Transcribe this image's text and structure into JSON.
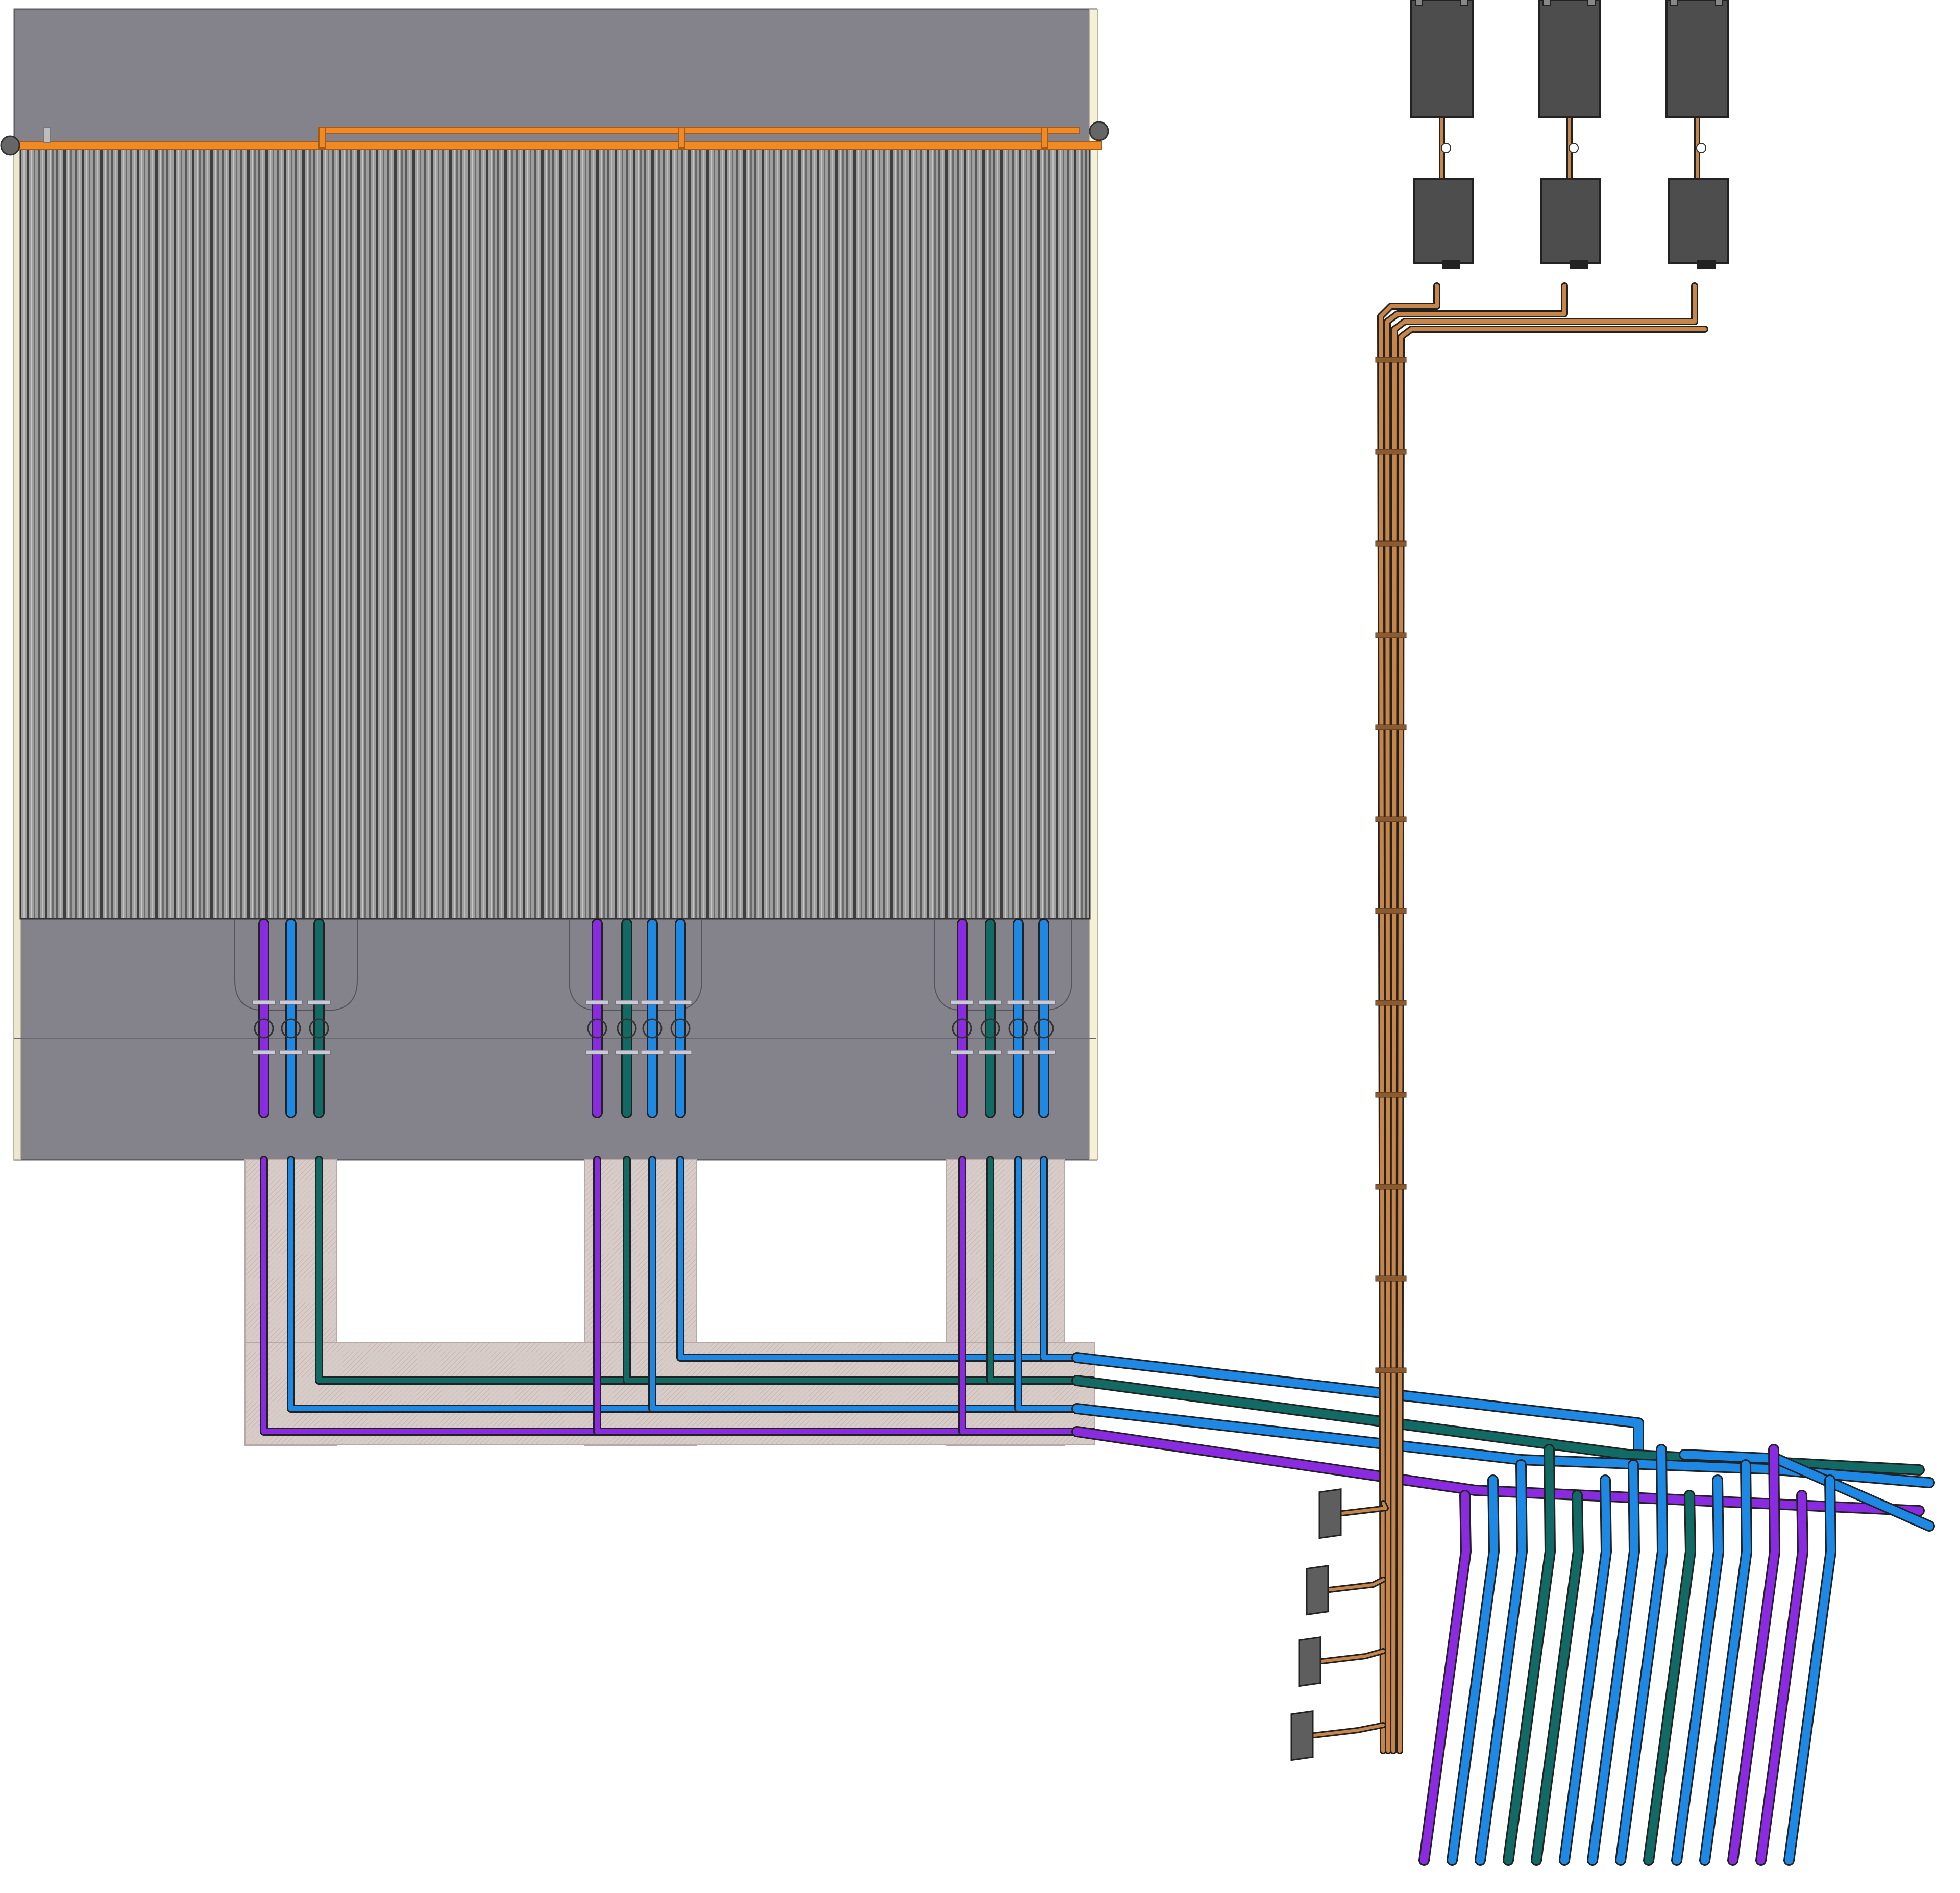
{
  "diagram": {
    "view": "isometric",
    "components": {
      "building_enclosure": "gray-panel-enclosure",
      "fin_heat_exchanger": "vertical-fin-array",
      "header_pipe": "orange-header-pipe",
      "top_units": [
        "outdoor-unit-1",
        "outdoor-unit-2",
        "outdoor-unit-3"
      ],
      "bottom_units": [
        "indoor-unit-1",
        "indoor-unit-2",
        "indoor-unit-3"
      ],
      "riser": "copper-refrigerant-riser",
      "manifold_units": [
        "manifold-1",
        "manifold-2",
        "manifold-3",
        "manifold-4"
      ],
      "pipe_bundles": [
        "bundle-left",
        "bundle-middle",
        "bundle-right"
      ]
    },
    "pipe_colors": {
      "purple": "#8a2be2",
      "blue": "#1e88e5",
      "teal": "#116a63",
      "orange": "#f08a24",
      "copper": "#c8854a"
    },
    "panel_colors": {
      "enclosure": "#828089",
      "fins_light": "#a7a7a7",
      "fins_dark": "#4a4a4a",
      "unit_body": "#4d4d4d",
      "trench": "#d9cfcc"
    }
  }
}
